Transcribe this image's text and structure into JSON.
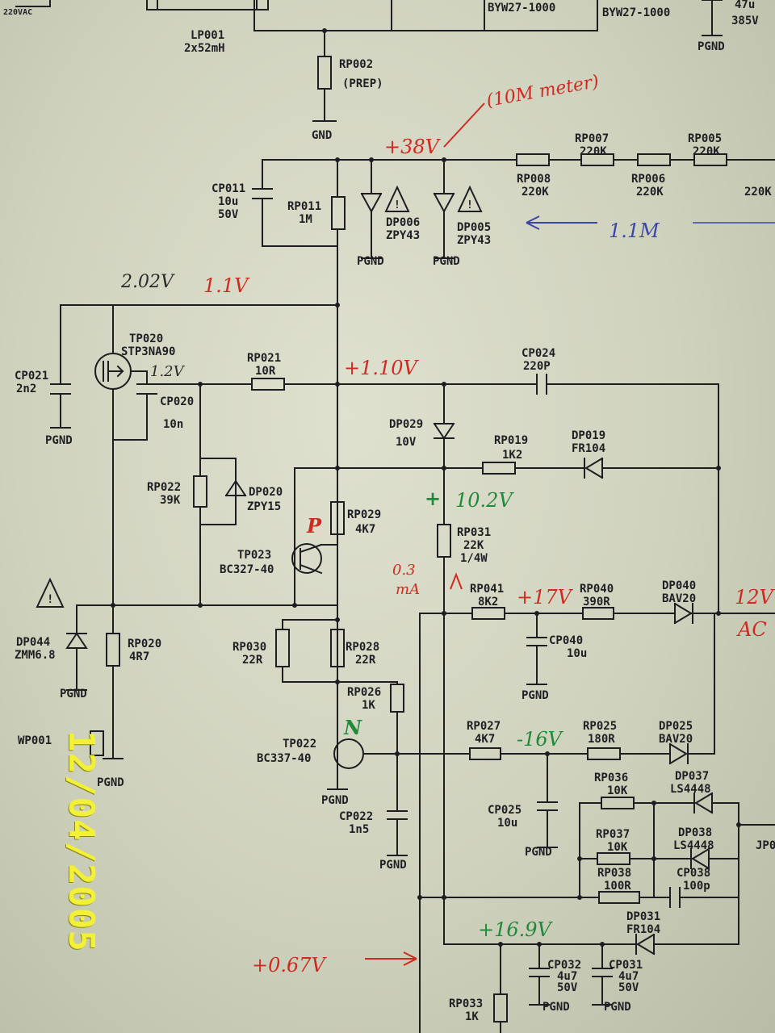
{
  "top": {
    "ac_label": "220VAC",
    "lp001_ref": "LP001",
    "lp001_val": "2x52mH",
    "rp002_ref": "RP002",
    "rp002_val": "(PREP)",
    "gnd_label": "GND",
    "diode_a": "BYW27-1000",
    "diode_b": "BYW27-1000",
    "cap_val1": "47u",
    "cap_val2": "385V",
    "pgnd_top": "PGND"
  },
  "chain": {
    "rp008_ref": "RP008",
    "rp008_val": "220K",
    "rp007_ref": "RP007",
    "rp007_val": "220K",
    "rp006_ref": "RP006",
    "rp006_val": "220K",
    "rp005_ref": "RP005",
    "rp005_val": "220K",
    "edge_val": "220K"
  },
  "zener_block": {
    "cp011_ref": "CP011",
    "cp011_val": "10u",
    "cp011_volt": "50V",
    "rp011_ref": "RP011",
    "rp011_val": "1M",
    "dp006_ref": "DP006",
    "dp006_val": "ZPY43",
    "dp005_ref": "DP005",
    "dp005_val": "ZPY43",
    "pgnd1": "PGND",
    "pgnd2": "PGND"
  },
  "mosfet": {
    "tp020_ref": "TP020",
    "tp020_val": "STP3NA90",
    "cp021_ref": "CP021",
    "cp021_val": "2n2",
    "pgnd": "PGND",
    "cp020_ref": "CP020",
    "cp020_val": "10n",
    "rp021_ref": "RP021",
    "rp021_val": "10R",
    "cp024_ref": "CP024",
    "cp024_val": "220P"
  },
  "middle": {
    "dp029_ref": "DP029",
    "dp029_val": "10V",
    "rp019_ref": "RP019",
    "rp019_val": "1K2",
    "dp019_ref": "DP019",
    "dp019_val": "FR104",
    "rp022_ref": "RP022",
    "rp022_val": "39K",
    "dp020_ref": "DP020",
    "dp020_val": "ZPY15",
    "rp029_ref": "RP029",
    "rp029_val": "4K7",
    "tp023_ref": "TP023",
    "tp023_val": "BC327-40",
    "rp031_ref": "RP031",
    "rp031_val": "22K",
    "rp031_pwr": "1/4W",
    "dp044_ref": "DP044",
    "dp044_val": "ZMM6.8",
    "pgnd_dp044": "PGND",
    "rp020_ref": "RP020",
    "rp020_val": "4R7",
    "rp030_ref": "RP030",
    "rp030_val": "22R",
    "rp028_ref": "RP028",
    "rp028_val": "22R",
    "rp026_ref": "RP026",
    "rp026_val": "1K",
    "wp001_ref": "WP001",
    "pgnd_wp": "PGND",
    "tp022_ref": "TP022",
    "tp022_val": "BC337-40",
    "pgnd_tp022": "PGND",
    "cp022_ref": "CP022",
    "cp022_val": "1n5",
    "pgnd_cp022": "PGND"
  },
  "right": {
    "rp041_ref": "RP041",
    "rp041_val": "8K2",
    "rp040_ref": "RP040",
    "rp040_val": "390R",
    "dp040_ref": "DP040",
    "dp040_val": "BAV20",
    "cp040_ref": "CP040",
    "cp040_val": "10u",
    "pgnd_cp040": "PGND",
    "rp027_ref": "RP027",
    "rp027_val": "4K7",
    "rp025_ref": "RP025",
    "rp025_val": "180R",
    "dp025_ref": "DP025",
    "dp025_val": "BAV20",
    "cp025_ref": "CP025",
    "cp025_val": "10u",
    "pgnd_cp025": "PGND",
    "rp036_ref": "RP036",
    "rp036_val": "10K",
    "dp037_ref": "DP037",
    "dp037_val": "LS4448",
    "rp037_ref": "RP037",
    "rp037_val": "10K",
    "dp038_ref": "DP038",
    "dp038_val": "LS4448",
    "rp038_ref": "RP038",
    "rp038_val": "100R",
    "cp038_ref": "CP038",
    "cp038_val": "100p",
    "dp031_ref": "DP031",
    "dp031_val": "FR104",
    "cp032_ref": "CP032",
    "cp032_val": "4u7",
    "cp032_volt": "50V",
    "pgnd_cp032": "PGND",
    "cp031_ref": "CP031",
    "cp031_val": "4u7",
    "cp031_volt": "50V",
    "pgnd_cp031": "PGND",
    "rp033_ref": "RP033",
    "rp033_val": "1K",
    "jp_label": "JP0"
  },
  "annotations": {
    "meter_note": "(10M meter)",
    "v38": "+38V",
    "arrow_1m": "1.1M",
    "v_gate_black": "2.02V",
    "v_gate_red": "1.1V",
    "v_gate_12": "1.2V",
    "v110": "+1.10V",
    "p_mark": "P",
    "plus_green": "+",
    "v102": "10.2V",
    "ma03_a": "0.3",
    "ma03_b": "mA",
    "v17": "+17V",
    "v12": "12V",
    "ac": "AC",
    "n_mark": "N",
    "v16neg": "-16V",
    "v169": "+16.9V",
    "v067": "+0.67V"
  },
  "date_stamp": "12/04/2005",
  "colors": {
    "paper": "#d6d8c4",
    "ink": "#1e1e22",
    "red_note": "#cf2a22",
    "green_note": "#1f8a3a",
    "blue_note": "#3a47a8",
    "stamp": "#f3f038"
  }
}
